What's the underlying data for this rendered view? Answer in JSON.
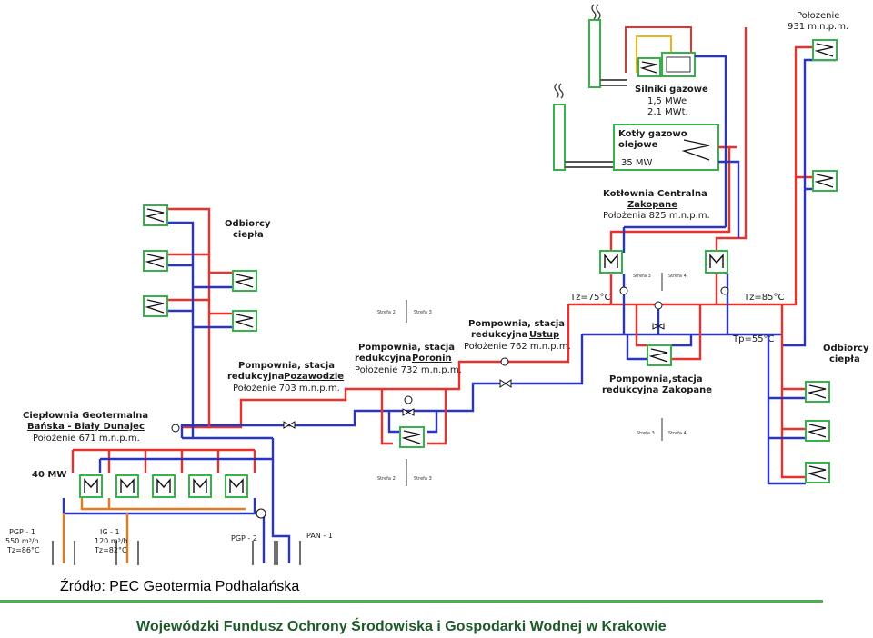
{
  "colors": {
    "hot": "#e8322f",
    "cold": "#2a35c4",
    "frame": "#35b34a",
    "orange": "#e57a1f",
    "yellow": "#f2b21b",
    "gray": "#555555"
  },
  "labels": {
    "polozenie_top": "Położenie",
    "m931": "931 m.n.p.m.",
    "silniki_title": "Silniki gazowe",
    "silniki_mwe": "1,5 MWe",
    "silniki_mwt": "2,1 MWt.",
    "kotly_l1": "Kotły gazowo",
    "kotly_l2": "olejowe",
    "kotly_mw": "35 MW",
    "kc_l1": "Kotłownia Centralna",
    "kc_l2": "Zakopane",
    "kc_l3": "Położenia 825 m.n.p.m.",
    "odb_l1": "Odbiorcy",
    "odb_l2": "ciepła",
    "odb2_l1": "Odbiorcy",
    "odb2_l2": "ciepła",
    "ustup_l1": "Pompownia, stacja",
    "ustup_l2": "redukcyjna",
    "ustup_name": "Ustup",
    "ustup_l3": "Położenie 762 m.n.p.m.",
    "poronin_l1": "Pompownia, stacja",
    "poronin_l2": "redukcyjna",
    "poronin_name": "Poronin",
    "poronin_l3": "Położenie 732 m.n.p.m.",
    "pozaw_l1": "Pompownia, stacja",
    "pozaw_l2": "redukcyjna",
    "pozaw_name": "Pozawodzie",
    "pozaw_l3": "Położenie 703 m.n.p.m.",
    "zak_l1": "Pompownia,stacja",
    "zak_l2": "redukcyjna",
    "zak_name": "Zakopane",
    "geo_l1": "Ciepłownia Geotermalna",
    "geo_l2": "Bańska - Biały Dunajec",
    "geo_l3": "Położenie 671 m.n.p.m.",
    "mw40": "40 MW",
    "tz75": "Tz=75°C",
    "tz85": "Tz=85°C",
    "tp55": "Tp=55°C",
    "strefa2": "Strefa 2",
    "strefa3": "Strefa 3",
    "strefa4": "Strefa 4",
    "pgp1_l1": "PGP - 1",
    "pgp1_l2": "550 m³/h",
    "pgp1_l3": "Tz=86°C",
    "ig1_l1": "IG - 1",
    "ig1_l2": "120 m³/h",
    "ig1_l3": "Tz=82°C",
    "pgp2": "PGP - 2",
    "pan1": "PAN - 1"
  },
  "source": "Źródło: PEC Geotermia Podhalańska",
  "footer": "Wojewódzki Fundusz Ochrony Środowiska i Gospodarki Wodnej w Krakowie"
}
